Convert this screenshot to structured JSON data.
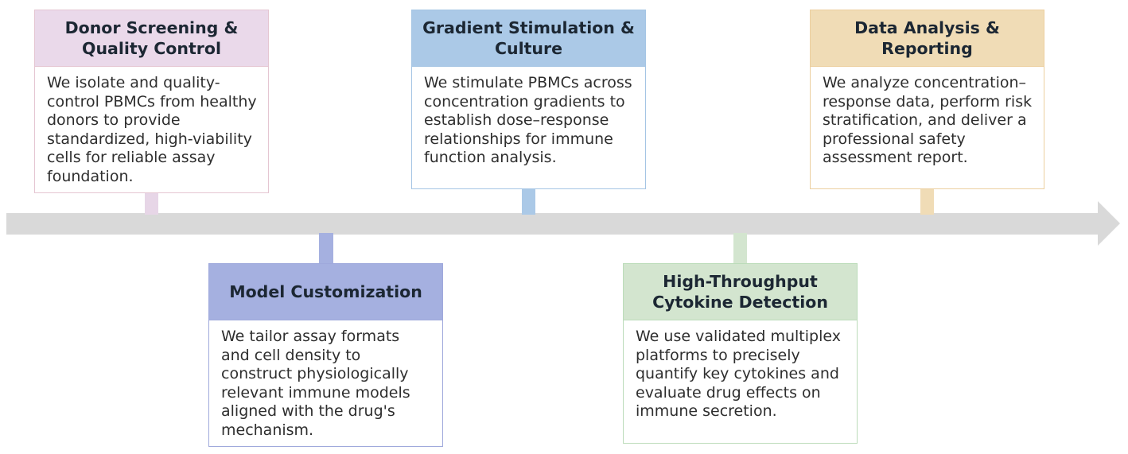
{
  "diagram": {
    "timeline": {
      "color": "#d9d9d9",
      "direction": "left-to-right"
    },
    "text_colors": {
      "title": "#1c2733",
      "body": "#2e2e2e"
    },
    "steps": [
      {
        "title": "Donor Screening & Quality Control",
        "description": "We isolate and quality-control PBMCs from healthy donors to provide standardized, high-viability cells for reliable assay foundation.",
        "position": "above-timeline",
        "colors": {
          "header_bg": "#ead9ea",
          "border": "#e5c6d2",
          "connector": "#e7d6e7"
        }
      },
      {
        "title": "Gradient Stimulation & Culture",
        "description": "We stimulate PBMCs across concentration gradients to establish dose–response relationships for immune function analysis.",
        "position": "above-timeline",
        "colors": {
          "header_bg": "#abc9e7",
          "border": "#a5c5e4",
          "connector": "#abc9e7"
        }
      },
      {
        "title": "Data Analysis & Reporting",
        "description": "We analyze concentration–response data, perform risk stratification, and deliver a professional safety assessment report.",
        "position": "above-timeline",
        "colors": {
          "header_bg": "#f0dcb6",
          "border": "#eccf9f",
          "connector": "#f0dcb6"
        }
      },
      {
        "title": "Model Customization",
        "description": "We tailor assay formats and cell density to construct physiologically relevant immune models aligned with the drug's mechanism.",
        "position": "below-timeline",
        "colors": {
          "header_bg": "#a5b0e0",
          "border": "#9fa9dc",
          "connector": "#a5b0e0"
        }
      },
      {
        "title": "High-Throughput Cytokine Detection",
        "description": "We use validated multiplex platforms to precisely quantify key cytokines and evaluate drug effects on immune secretion.",
        "position": "below-timeline",
        "colors": {
          "header_bg": "#d3e5cf",
          "border": "#bcdcba",
          "connector": "#d3e5cf"
        }
      }
    ]
  }
}
